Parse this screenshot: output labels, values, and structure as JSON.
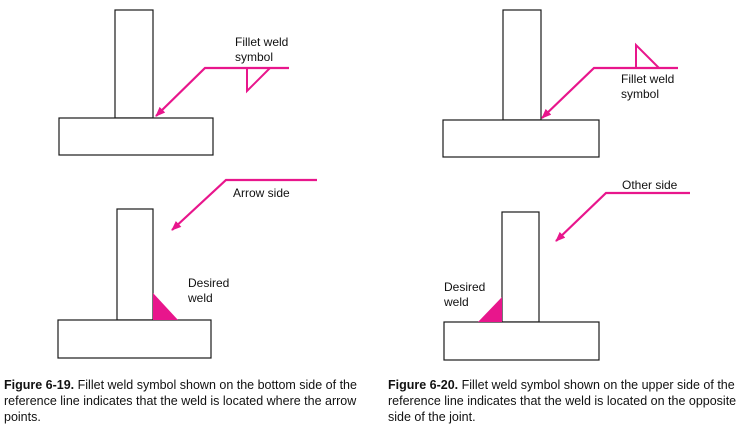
{
  "colors": {
    "weld_lines": "#e8168c",
    "outline": "#1a1a1a"
  },
  "diagrams": {
    "top_left": {
      "label_line1": "Fillet weld",
      "label_line2": "symbol"
    },
    "top_right": {
      "label_line1": "Fillet weld",
      "label_line2": "symbol"
    },
    "bottom_left": {
      "arrow_label": "Arrow side",
      "weld_line1": "Desired",
      "weld_line2": "weld"
    },
    "bottom_right": {
      "arrow_label": "Other side",
      "weld_line1": "Desired",
      "weld_line2": "weld"
    }
  },
  "captions": {
    "left": {
      "figure": "Figure 6-19.",
      "text": " Fillet weld symbol shown on the bottom side of the reference line indicates that the weld is located where the arrow points."
    },
    "right": {
      "figure": "Figure 6-20.",
      "text": " Fillet weld symbol shown on the upper side of the reference line indicates that the weld is located on the opposite side of the joint."
    }
  }
}
